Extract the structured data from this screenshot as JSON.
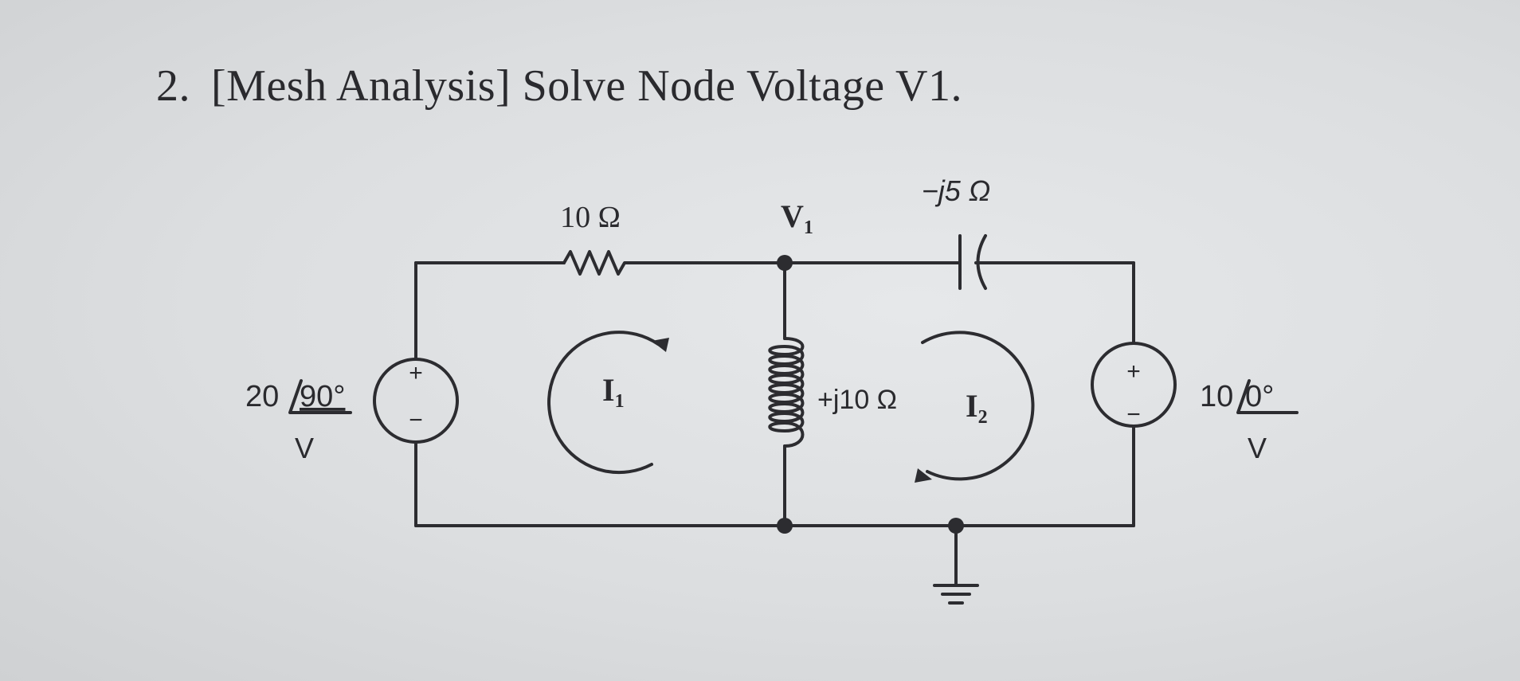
{
  "problem": {
    "number": "2.",
    "title": "[Mesh Analysis] Solve Node Voltage V1."
  },
  "circuit": {
    "resistor": {
      "label": "10 Ω"
    },
    "node": {
      "label": "V",
      "subscript": "1"
    },
    "capacitor": {
      "label": "−j5 Ω"
    },
    "inductor": {
      "label": "+j10 Ω"
    },
    "source_left": {
      "magnitude": "20",
      "angle": "90°",
      "unit": "V",
      "plus": "+",
      "minus": "−"
    },
    "source_right": {
      "magnitude": "10",
      "angle": "0°",
      "unit": "V",
      "plus": "+",
      "minus": "−"
    },
    "mesh1": {
      "label": "I",
      "subscript": "1"
    },
    "mesh2": {
      "label": "I",
      "subscript": "2"
    }
  }
}
